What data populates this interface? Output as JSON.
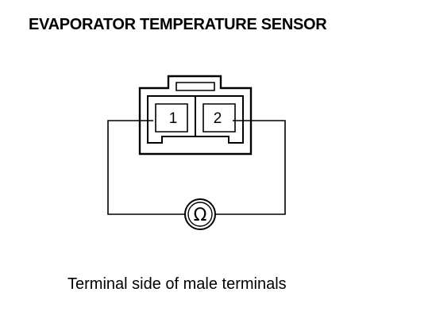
{
  "diagram": {
    "title": "EVAPORATOR TEMPERATURE SENSOR",
    "connector": {
      "terminals": [
        {
          "label": "1"
        },
        {
          "label": "2"
        }
      ]
    },
    "meter": {
      "symbol": "Ω"
    },
    "caption": "Terminal side of male terminals"
  }
}
